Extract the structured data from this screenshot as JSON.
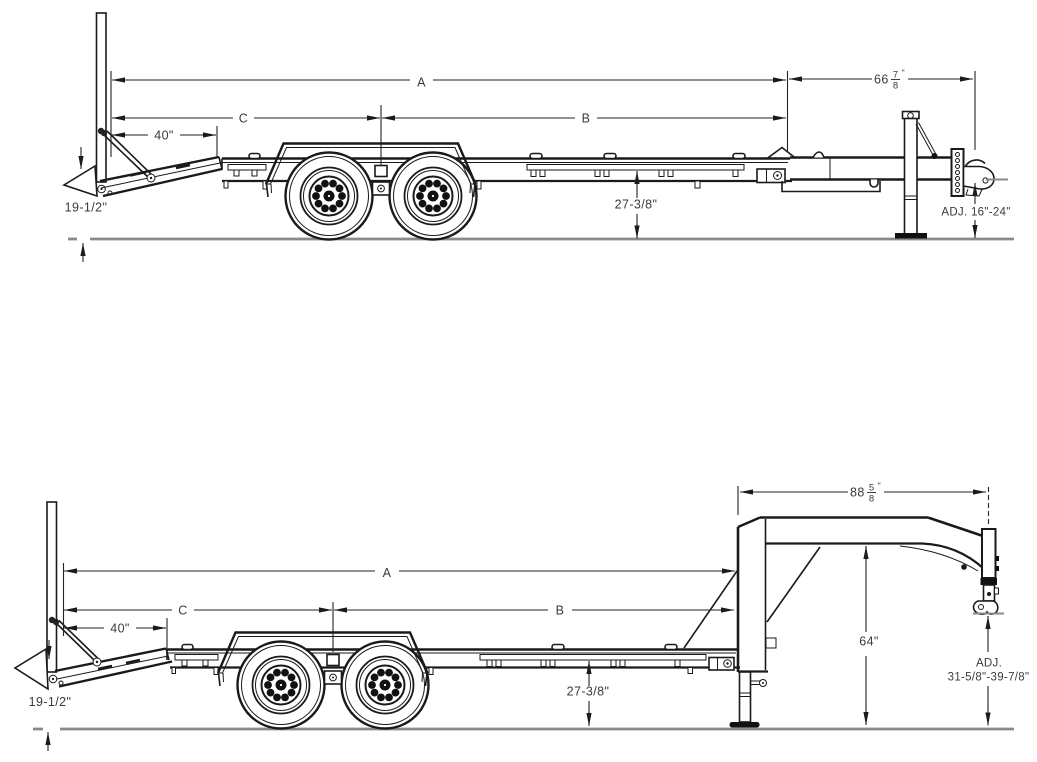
{
  "colors": {
    "line": "#1a1a1a",
    "text": "#3a3a42",
    "ground": "#8a8a8a",
    "background": "#ffffff"
  },
  "drawings": {
    "bumper_pull": {
      "name": "bumper-pull-trailer-side-view",
      "labels": {
        "overall": "A",
        "rear_to_axle": "C",
        "axle_to_front": "B",
        "ramp_length": "40\"",
        "ramp_tip_height": "19-1/2\"",
        "deck_height": "27-3/8\"",
        "tongue_whole": "66",
        "tongue_numerator": "7",
        "tongue_denominator": "8",
        "tongue_unit": "\"",
        "coupler_height_adj": "ADJ. 16\"-24\""
      }
    },
    "gooseneck": {
      "name": "gooseneck-trailer-side-view",
      "labels": {
        "overall": "A",
        "rear_to_axle": "C",
        "axle_to_front": "B",
        "ramp_length": "40\"",
        "ramp_tip_height": "19-1/2\"",
        "deck_height": "27-3/8\"",
        "neck_whole": "88",
        "neck_numerator": "5",
        "neck_denominator": "8",
        "neck_unit": "\"",
        "neck_height": "64\"",
        "coupler_height_adj_line1": "ADJ.",
        "coupler_height_adj_line2": "31-5/8\"-39-7/8\""
      }
    }
  }
}
